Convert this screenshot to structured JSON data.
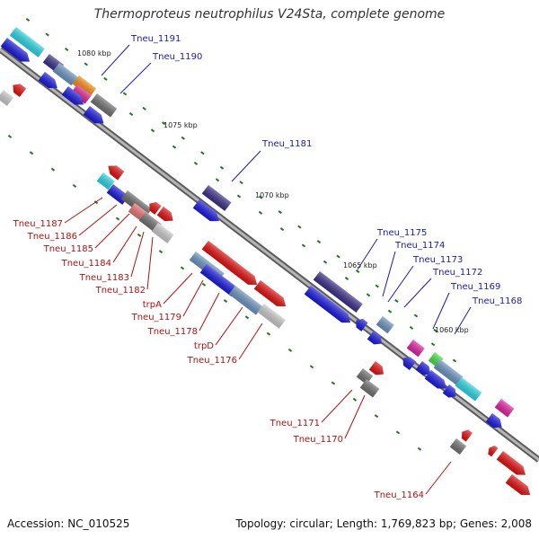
{
  "title": "Thermoproteus neutrophilus V24Sta, complete genome",
  "accession": "Accession: NC_010525",
  "topology": "Topology: circular; Length: 1,769,823 bp; Genes: 2,008",
  "colors": {
    "backbone": "#8a8a8a",
    "tick": "#1e7a1e",
    "label_top": "#1a1aa8",
    "label_bottom": "#b01010",
    "kbp_text": "#222222"
  },
  "kbp_markers": [
    "1080 kbp",
    "1075 kbp",
    "1070 kbp",
    "1065 kbp",
    "1060 kbp"
  ],
  "genes_top": [
    "Tneu_1191",
    "Tneu_1190",
    "Tneu_1181",
    "Tneu_1175",
    "Tneu_1174",
    "Tneu_1173",
    "Tneu_1172",
    "Tneu_1169",
    "Tneu_1168"
  ],
  "genes_bottom": [
    "Tneu_1187",
    "Tneu_1186",
    "Tneu_1185",
    "Tneu_1184",
    "Tneu_1183",
    "Tneu_1182",
    "trpA",
    "Tneu_1179",
    "Tneu_1178",
    "trpD",
    "Tneu_1176",
    "Tneu_1171",
    "Tneu_1170",
    "Tneu_1164"
  ]
}
